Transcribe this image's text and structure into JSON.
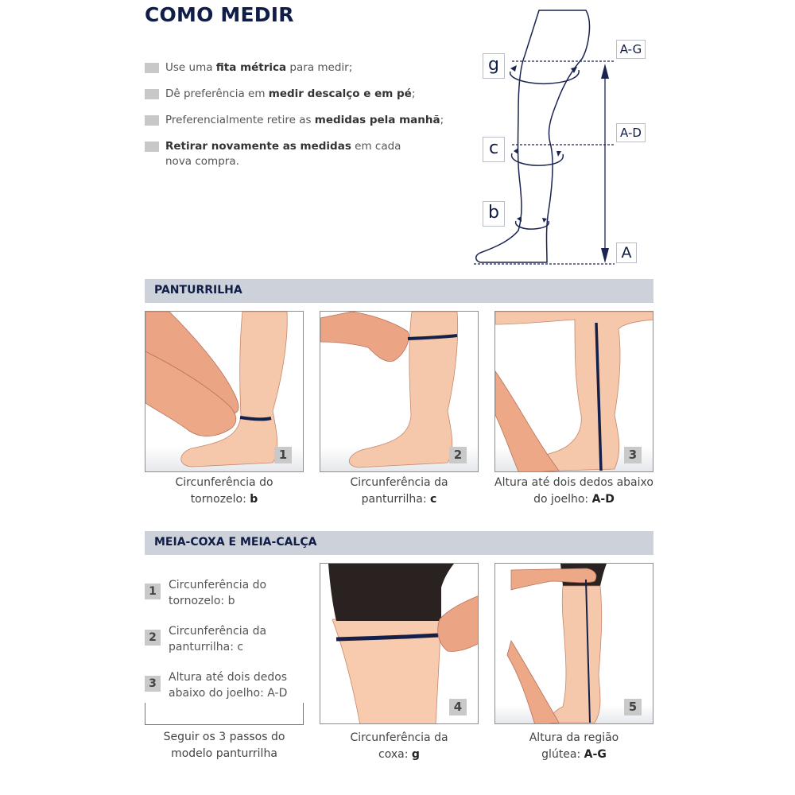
{
  "header": {
    "title": "COMO MEDIR"
  },
  "tips": [
    {
      "pre": "Use uma ",
      "bold": "fita métrica",
      "post": " para medir;"
    },
    {
      "pre": "Dê preferência em ",
      "bold": "medir descalço e em pé",
      "post": ";"
    },
    {
      "pre": "Preferencialmente retire as ",
      "bold": "medidas pela manhã",
      "post": ";"
    },
    {
      "pre": "",
      "bold": "Retirar novamente as medidas",
      "post": " em cada nova compra."
    }
  ],
  "diagram": {
    "circumference_labels": [
      "g",
      "c",
      "b"
    ],
    "height_labels": [
      "A-G",
      "A-D",
      "A"
    ]
  },
  "sections": [
    {
      "title": "PANTURRILHA",
      "panels": [
        {
          "number": "1",
          "caption_line1": "Circunferência do",
          "caption_line2": "tornozelo: ",
          "caption_bold": "b"
        },
        {
          "number": "2",
          "caption_line1": "Circunferência da",
          "caption_line2": "panturrilha: ",
          "caption_bold": "c"
        },
        {
          "number": "3",
          "caption_line1": "Altura até dois dedos abaixo",
          "caption_line2": "do joelho: ",
          "caption_bold": "A-D"
        }
      ]
    },
    {
      "title": "MEIA-COXA E MEIA-CALÇA",
      "steps": [
        {
          "number": "1",
          "text": "Circunferência do tornozelo: b"
        },
        {
          "number": "2",
          "text": "Circunferência da panturrilha: c"
        },
        {
          "number": "3",
          "text": "Altura até dois dedos abaixo do joelho: A-D"
        }
      ],
      "steps_caption": "Seguir os 3 passos do modelo panturrilha",
      "panels": [
        {
          "number": "4",
          "caption_line1": "Circunferência da",
          "caption_line2": "coxa: ",
          "caption_bold": "g"
        },
        {
          "number": "5",
          "caption_line1": "Altura da região",
          "caption_line2": "glútea: ",
          "caption_bold": "A-G"
        }
      ]
    }
  ],
  "colors": {
    "navy": "#0f1d47",
    "section_bar": "#cdd2da",
    "skin": "#f5c4a6",
    "skin_dark": "#eba585",
    "tape": "#15204a",
    "shorts": "#2a2220",
    "badge": "#c9c9c9"
  }
}
